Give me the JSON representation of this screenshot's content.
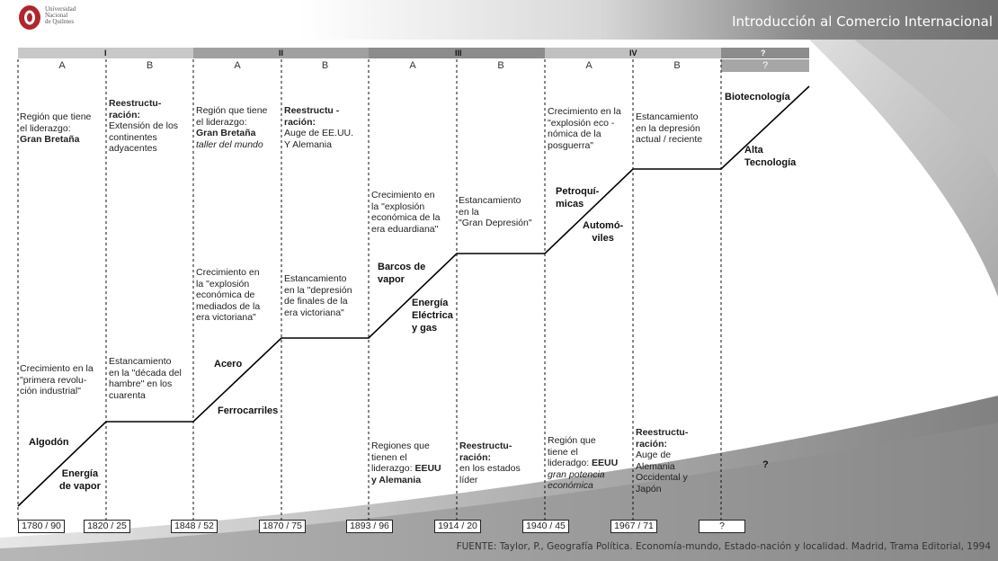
{
  "header": {
    "course_title": "Introducción al Comercio Internacional",
    "logo_text": [
      "Universidad",
      "Nacional",
      "de Quilmes"
    ]
  },
  "phases": [
    {
      "label": "I"
    },
    {
      "label": "II"
    },
    {
      "label": "III"
    },
    {
      "label": "IV"
    },
    {
      "label": "?"
    }
  ],
  "subphases": [
    "A",
    "B",
    "A",
    "B",
    "A",
    "B",
    "A",
    "B"
  ],
  "unknown_phase_label": "?",
  "colors": {
    "phase_bar": "#b3b3b3",
    "phase_bar_dark": "#8c8c8c",
    "line": "#000000"
  },
  "blocks": {
    "c1_top": {
      "l1": "Región que tiene",
      "l2": "el liderazgo:",
      "l3": "Gran Bretaña"
    },
    "c1_bottom": {
      "l1": "Crecimiento en la",
      "l2": "\"primera revolu-",
      "l3": "ción industrial\""
    },
    "c1_tech1": "Algodón",
    "c1_tech2a": "Energía",
    "c1_tech2b": "de vapor",
    "c2_top": {
      "l1": "Reestructu-",
      "l2": "ración:",
      "l3": "Extensión de los",
      "l4": "continentes",
      "l5": "adyacentes"
    },
    "c2_bottom": {
      "l1": "Estancamiento",
      "l2": "en la \"década del",
      "l3": "hambre\" en los",
      "l4": "cuarenta"
    },
    "c3_top": {
      "l1": "Región que tiene",
      "l2": "el liderazgo:",
      "l3": "Gran Bretaña",
      "l4": "taller del mundo"
    },
    "c3_mid": {
      "l1": "Crecimiento en",
      "l2": "la \"explosión",
      "l3": "económica de",
      "l4": "mediados de la",
      "l5": "era victoriana\""
    },
    "c3_tech1": "Acero",
    "c3_tech2": "Ferrocarriles",
    "c4_top": {
      "l1": "Reestructu -",
      "l2": "ración:",
      "l3": "Auge de EE.UU.",
      "l4": "Y Alemania"
    },
    "c4_mid": {
      "l1": "Estancamiento",
      "l2": "en la \"depresión",
      "l3": "de finales de la",
      "l4": "era victoriana\""
    },
    "c5_top": {
      "l1": "Crecimiento en",
      "l2": "la \"explosión",
      "l3": "económica de la",
      "l4": "era eduardiana\""
    },
    "c5_tech1a": "Barcos de",
    "c5_tech1b": "vapor",
    "c5_bottom": {
      "l1": "Regiones que",
      "l2": "tienen el",
      "l3": "liderazgo:",
      "l3b": "EEUU",
      "l4": "y Alemania"
    },
    "c6_tech2": {
      "l1": "Energía",
      "l2": "Eléctrica",
      "l3": "y gas"
    },
    "c6_top": {
      "l1": "Estancamiento",
      "l2": "en la",
      "l3": "\"Gran Depresión\""
    },
    "c6_bottom": {
      "l1": "Reestructu-",
      "l2": "ración:",
      "l3": "en los estados",
      "l4": "líder"
    },
    "c7_top": {
      "l1": "Crecimiento en la",
      "l2": "\"explosión eco -",
      "l3": "nómica de la",
      "l4": "posguerra\""
    },
    "c7_tech1a": "Petroquí-",
    "c7_tech1b": "micas",
    "c7_tech2a": "Automó-",
    "c7_tech2b": "viles",
    "c7_bottom": {
      "l1": "Región que",
      "l2": "tiene el",
      "l3": "lideradgo:",
      "l3b": "EEUU",
      "l4": "gran potencia",
      "l5": "económica"
    },
    "c8_top": {
      "l1": "Estancamiento",
      "l2": "en la depresión",
      "l3": "actual / reciente"
    },
    "c8_bottom": {
      "l1": "Reestructu-",
      "l2": "ración:",
      "l3": "Auge de",
      "l4": "Alemania",
      "l5": "Occidental y",
      "l6": "Japón"
    },
    "c9_tech1": "Biotecnología",
    "c9_tech2a": "Alta",
    "c9_tech2b": "Tecnología",
    "c9_bottom": "?"
  },
  "dates": [
    "1780 / 90",
    "1820 / 25",
    "1848 / 52",
    "1870 / 75",
    "1893 / 96",
    "1914 / 20",
    "1940 / 45",
    "1967 / 71",
    "?"
  ],
  "source": "FUENTE: Taylor, P., Geografía Política. Economía-mundo, Estado-nación y localidad. Madrid, Trama Editorial, 1994"
}
